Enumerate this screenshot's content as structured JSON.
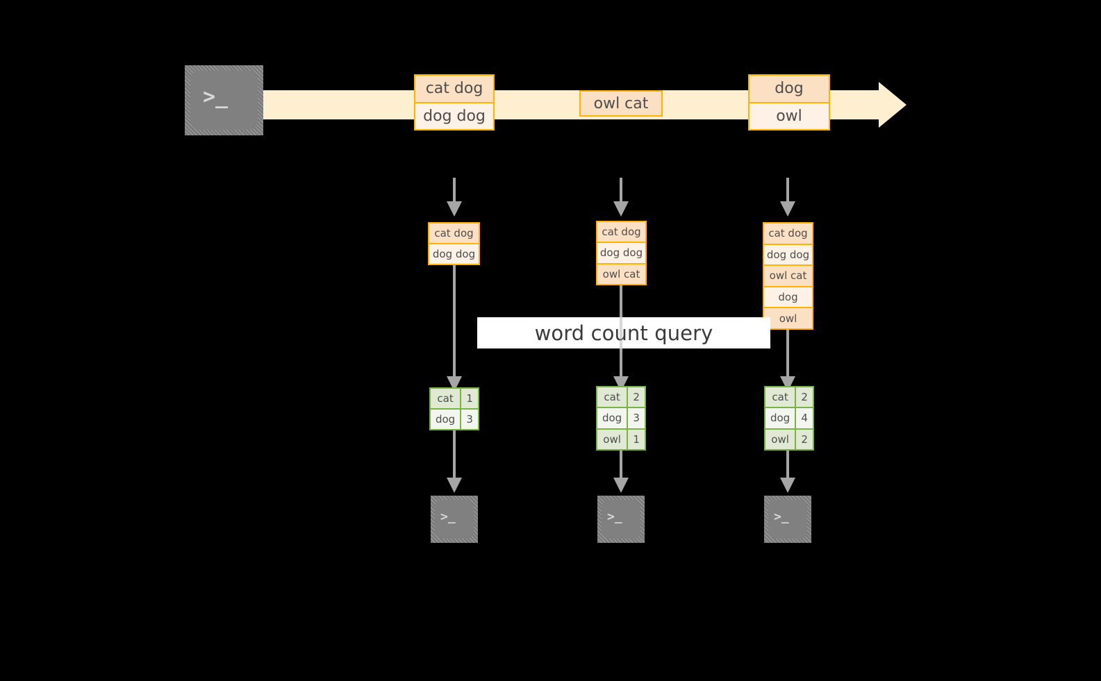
{
  "diagram": {
    "title_label": "word count query",
    "colors": {
      "background": "#000000",
      "stream_fill": "#FDEFCF",
      "record_border": "#FFB300",
      "record_fill_dark": "#FBE0C3",
      "record_fill_light": "#FEF2E6",
      "result_border": "#79B343",
      "result_fill_dark": "#DFE9D3",
      "result_fill_light": "#F2F6EE",
      "connector": "#A6A6A6",
      "terminal_body": "#808080",
      "label_band": "#FFFFFF"
    },
    "source": {
      "icon": "terminal-icon",
      "prompt": ">_"
    },
    "stream_records": [
      {
        "rows": [
          "cat dog",
          "dog dog"
        ]
      },
      {
        "rows": [
          "owl cat"
        ]
      },
      {
        "rows": [
          "dog",
          "owl"
        ]
      }
    ],
    "snapshots": [
      {
        "rows": [
          "cat dog",
          "dog dog"
        ]
      },
      {
        "rows": [
          "cat dog",
          "dog dog",
          "owl cat"
        ]
      },
      {
        "rows": [
          "cat dog",
          "dog dog",
          "owl cat",
          "dog",
          "owl"
        ]
      }
    ],
    "results": [
      {
        "rows": [
          {
            "word": "cat",
            "count": "1"
          },
          {
            "word": "dog",
            "count": "3"
          }
        ]
      },
      {
        "rows": [
          {
            "word": "cat",
            "count": "2"
          },
          {
            "word": "dog",
            "count": "3"
          },
          {
            "word": "owl",
            "count": "1"
          }
        ]
      },
      {
        "rows": [
          {
            "word": "cat",
            "count": "2"
          },
          {
            "word": "dog",
            "count": "4"
          },
          {
            "word": "owl",
            "count": "2"
          }
        ]
      }
    ],
    "sinks": [
      {
        "icon": "terminal-icon",
        "prompt": ">_"
      },
      {
        "icon": "terminal-icon",
        "prompt": ">_"
      },
      {
        "icon": "terminal-icon",
        "prompt": ">_"
      }
    ]
  }
}
